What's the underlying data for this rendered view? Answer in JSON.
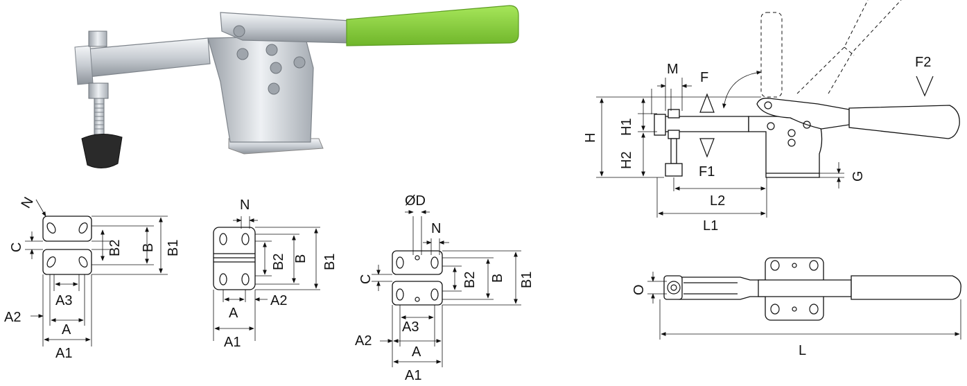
{
  "colors": {
    "handle_green": "#8ed63a",
    "metal_light": "#e6e9ec",
    "metal_mid": "#b9bec4",
    "metal_dark": "#7d838a",
    "rubber": "#2a2a2a",
    "line": "#111111"
  },
  "product_photo": {
    "subject": "horizontal toggle clamp"
  },
  "base_variant_1": {
    "labels": {
      "n": "N",
      "c": "C",
      "b2": "B2",
      "b": "B",
      "b1": "B1",
      "a3": "A3",
      "a2": "A2",
      "a": "A",
      "a1": "A1"
    }
  },
  "base_variant_2": {
    "labels": {
      "n": "N",
      "b2": "B2",
      "b": "B",
      "b1": "B1",
      "a": "A",
      "a2": "A2",
      "a1": "A1"
    }
  },
  "base_variant_3": {
    "labels": {
      "d": "ØD",
      "n": "N",
      "c": "C",
      "b2": "B2",
      "b": "B",
      "b1": "B1",
      "a3": "A3",
      "a2": "A2",
      "a": "A",
      "a1": "A1"
    }
  },
  "side_view": {
    "labels": {
      "m": "M",
      "f": "F",
      "f1": "F1",
      "f2": "F2",
      "h": "H",
      "h1": "H1",
      "h2": "H2",
      "g": "G",
      "l2": "L2",
      "l1": "L1"
    }
  },
  "top_view": {
    "labels": {
      "o": "O",
      "l": "L"
    }
  }
}
